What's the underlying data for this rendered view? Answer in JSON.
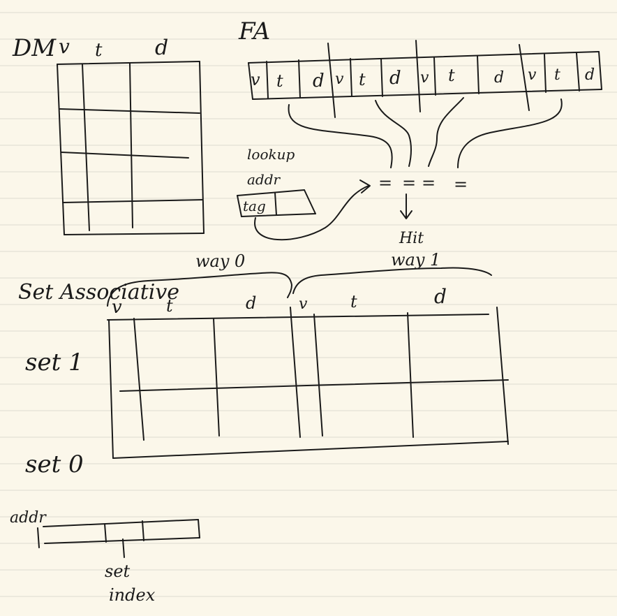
{
  "direct_mapped": {
    "title": "DM",
    "columns": [
      "v",
      "t",
      "d"
    ]
  },
  "fully_associative": {
    "title": "FA",
    "cells": [
      "v",
      "t",
      "d",
      "v",
      "t",
      "d",
      "v",
      "t",
      "d",
      "v",
      "t",
      "d"
    ],
    "lookup_label_1": "lookup",
    "lookup_label_2": "addr",
    "tag_field": "tag",
    "comparators": [
      "=",
      "=",
      "=",
      "="
    ],
    "result": "Hit"
  },
  "set_associative": {
    "title": "Set Associative",
    "way0": "way 0",
    "way1": "way 1",
    "columns": [
      "v",
      "t",
      "d",
      "v",
      "t",
      "d"
    ],
    "set1": "set 1",
    "set0": "set 0"
  },
  "address": {
    "label": "addr",
    "set_index_1": "set",
    "set_index_2": "index"
  },
  "colors": {
    "paper": "#fbf7ea",
    "rule": "#dedbd0",
    "ink": "#1a1a1a"
  }
}
